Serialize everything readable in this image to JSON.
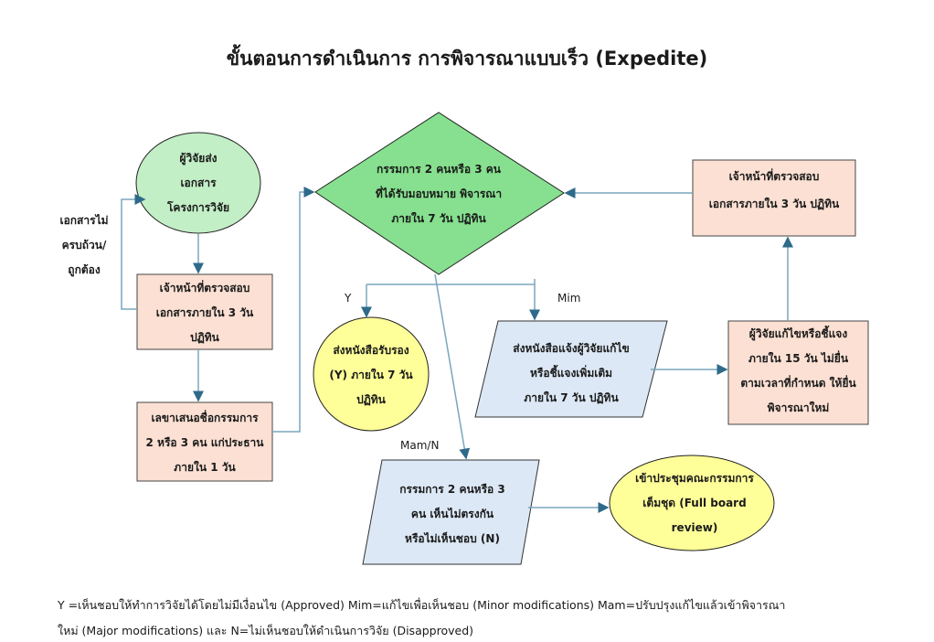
{
  "title": "ขั้นตอนการดำเนินการ การพิจารณาแบบเร็ว (Expedite)",
  "nodes": {
    "submit": [
      "ผู้วิจัยส่ง",
      "เอกสาร",
      "โครงการวิจัย"
    ],
    "check1": [
      "เจ้าหน้าที่ตรวจสอบ",
      "เอกสารภายใน  3  วัน",
      "ปฏิทิน"
    ],
    "secretary": [
      "เลขาเสนอชื่อกรรมการ",
      "2 หรือ 3 คน แก่ประธาน",
      "ภายใน 1 วัน"
    ],
    "committee": [
      "กรรมการ 2 คนหรือ 3 คน",
      "ที่ได้รับมอบหมาย พิจารณา",
      "ภายใน 7 วัน ปฏิทิน"
    ],
    "check2": [
      "เจ้าหน้าที่ตรวจสอบ",
      "เอกสารภายใน  3 วัน ปฏิทิน"
    ],
    "approve": [
      "ส่งหนังสือรับรอง",
      "(Y) ภายใน 7 วัน",
      "ปฏิทิน"
    ],
    "minor": [
      "ส่งหนังสือแจ้งผู้วิจัยแก้ไข",
      "หรือชี้แจงเพิ่มเติม",
      "ภายใน 7 วัน ปฏิทิน"
    ],
    "revise": [
      "ผู้วิจัยแก้ไขหรือชี้แจง",
      "ภายใน  15  วัน ไม่ยื่น",
      "ตามเวลาที่กำหนด ให้ยื่น",
      "พิจารณาใหม่"
    ],
    "major": [
      "กรรมการ 2 คนหรือ 3",
      "คน เห็นไม่ตรงกัน",
      "หรือไม่เห็นชอบ (N)"
    ],
    "fullboard": [
      "เข้าประชุมคณะกรรมการ",
      "เต็มชุด  (Full board",
      "review)"
    ]
  },
  "labels": {
    "incomplete": [
      "เอกสารไม่",
      "ครบถ้วน/",
      "ถูกต้อง"
    ],
    "y": "Y",
    "mim": "Mim",
    "mamn": "Mam/N"
  },
  "footer": [
    "Y =เห็นชอบให้ทำการวิจัยได้โดยไม่มีเงื่อนไข (Approved)  Mim=แก้ไขเพื่อเห็นชอบ (Minor modifications)  Mam=ปรับปรุงแก้ไขแล้วเข้าพิจารณา",
    "ใหม่ (Major modifications) และ N=ไม่เห็นชอบให้ดำเนินการวิจัย (Disapproved)"
  ],
  "colors": {
    "green_light": "#c2efc6",
    "green": "#86e08f",
    "peach": "#fbe0d3",
    "yellow": "#ffff99",
    "blue": "#dce8f5",
    "connector": "#7aa6bd",
    "arrow": "#2e6a8a"
  }
}
